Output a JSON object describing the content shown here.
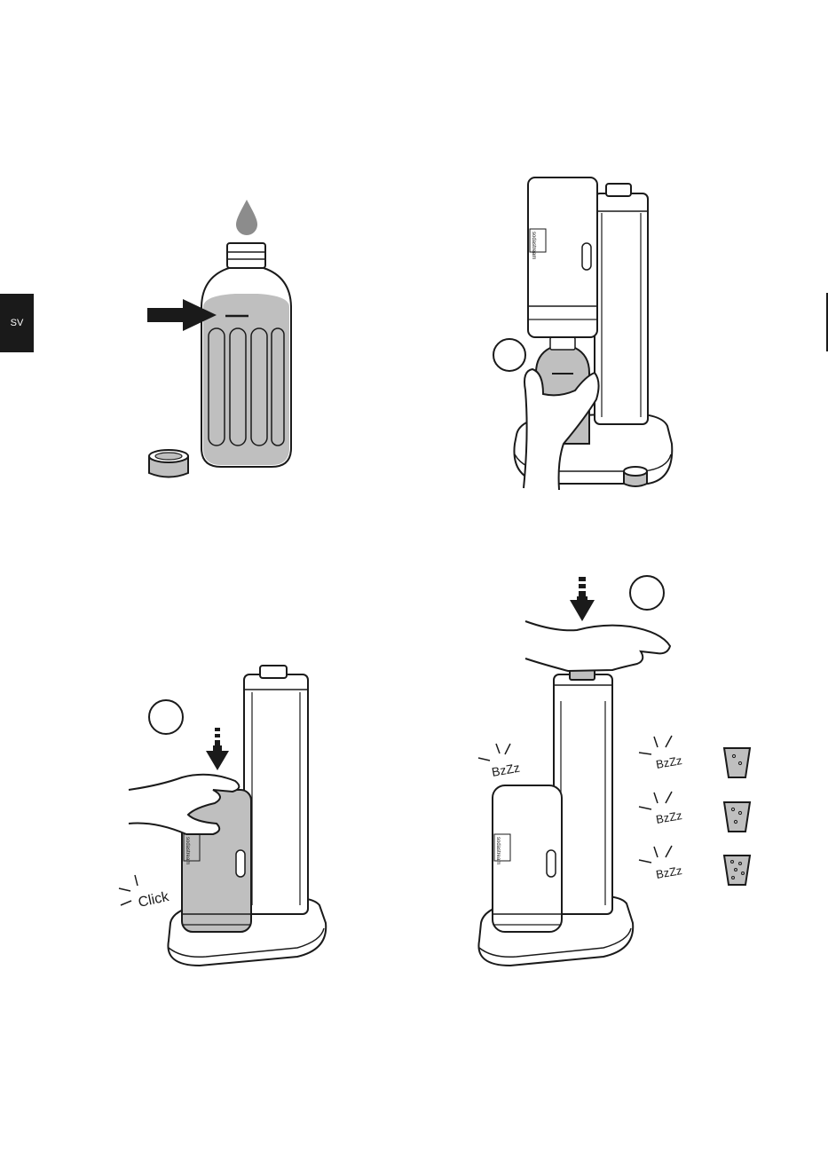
{
  "language_tab": "SV",
  "colors": {
    "ink": "#1a1a1a",
    "fill_gray": "#bfbfbf",
    "paper": "#ffffff"
  },
  "panel_top_right": {
    "brand_label": "sodastream"
  },
  "panel_bottom_left": {
    "sound": "Click",
    "brand_label": "sodastream"
  },
  "panel_bottom_right": {
    "sound_left": "BzZz",
    "sound_levels": [
      "BzZz",
      "BzZz",
      "BzZz"
    ],
    "brand_label": "sodastream"
  }
}
